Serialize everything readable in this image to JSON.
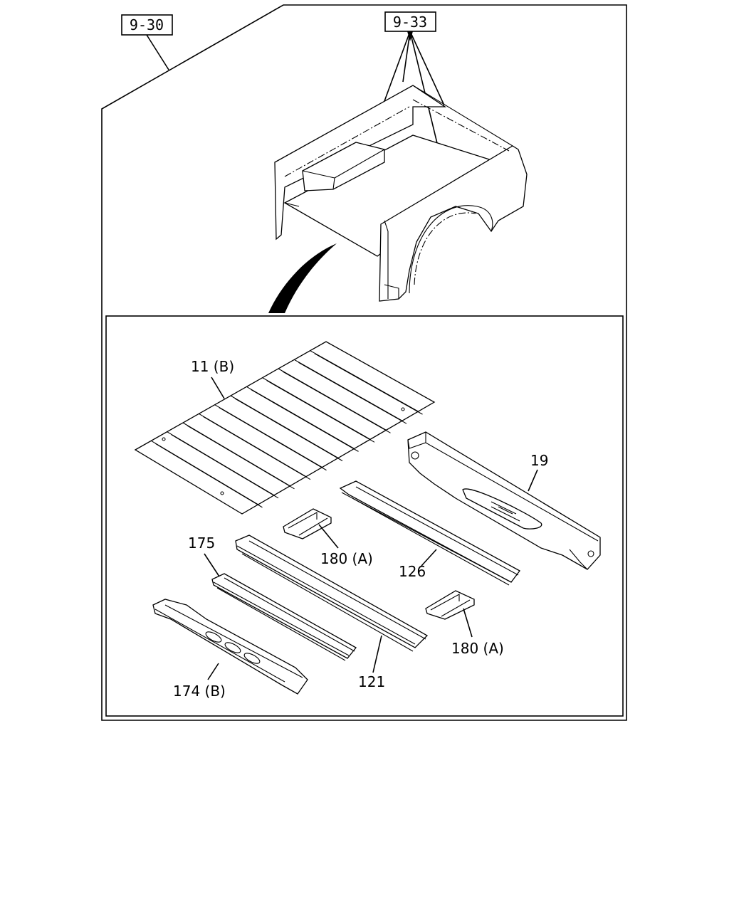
{
  "refs": {
    "ref_930": "9-30",
    "ref_933": "9-33"
  },
  "parts": [
    {
      "id": "p11",
      "label": "11 (B)"
    },
    {
      "id": "p19",
      "label": "19"
    },
    {
      "id": "p175",
      "label": "175"
    },
    {
      "id": "p180a1",
      "label": "180 (A)"
    },
    {
      "id": "p126",
      "label": "126"
    },
    {
      "id": "p180a2",
      "label": "180 (A)"
    },
    {
      "id": "p174",
      "label": "174 (B)"
    },
    {
      "id": "p121",
      "label": "121"
    }
  ]
}
